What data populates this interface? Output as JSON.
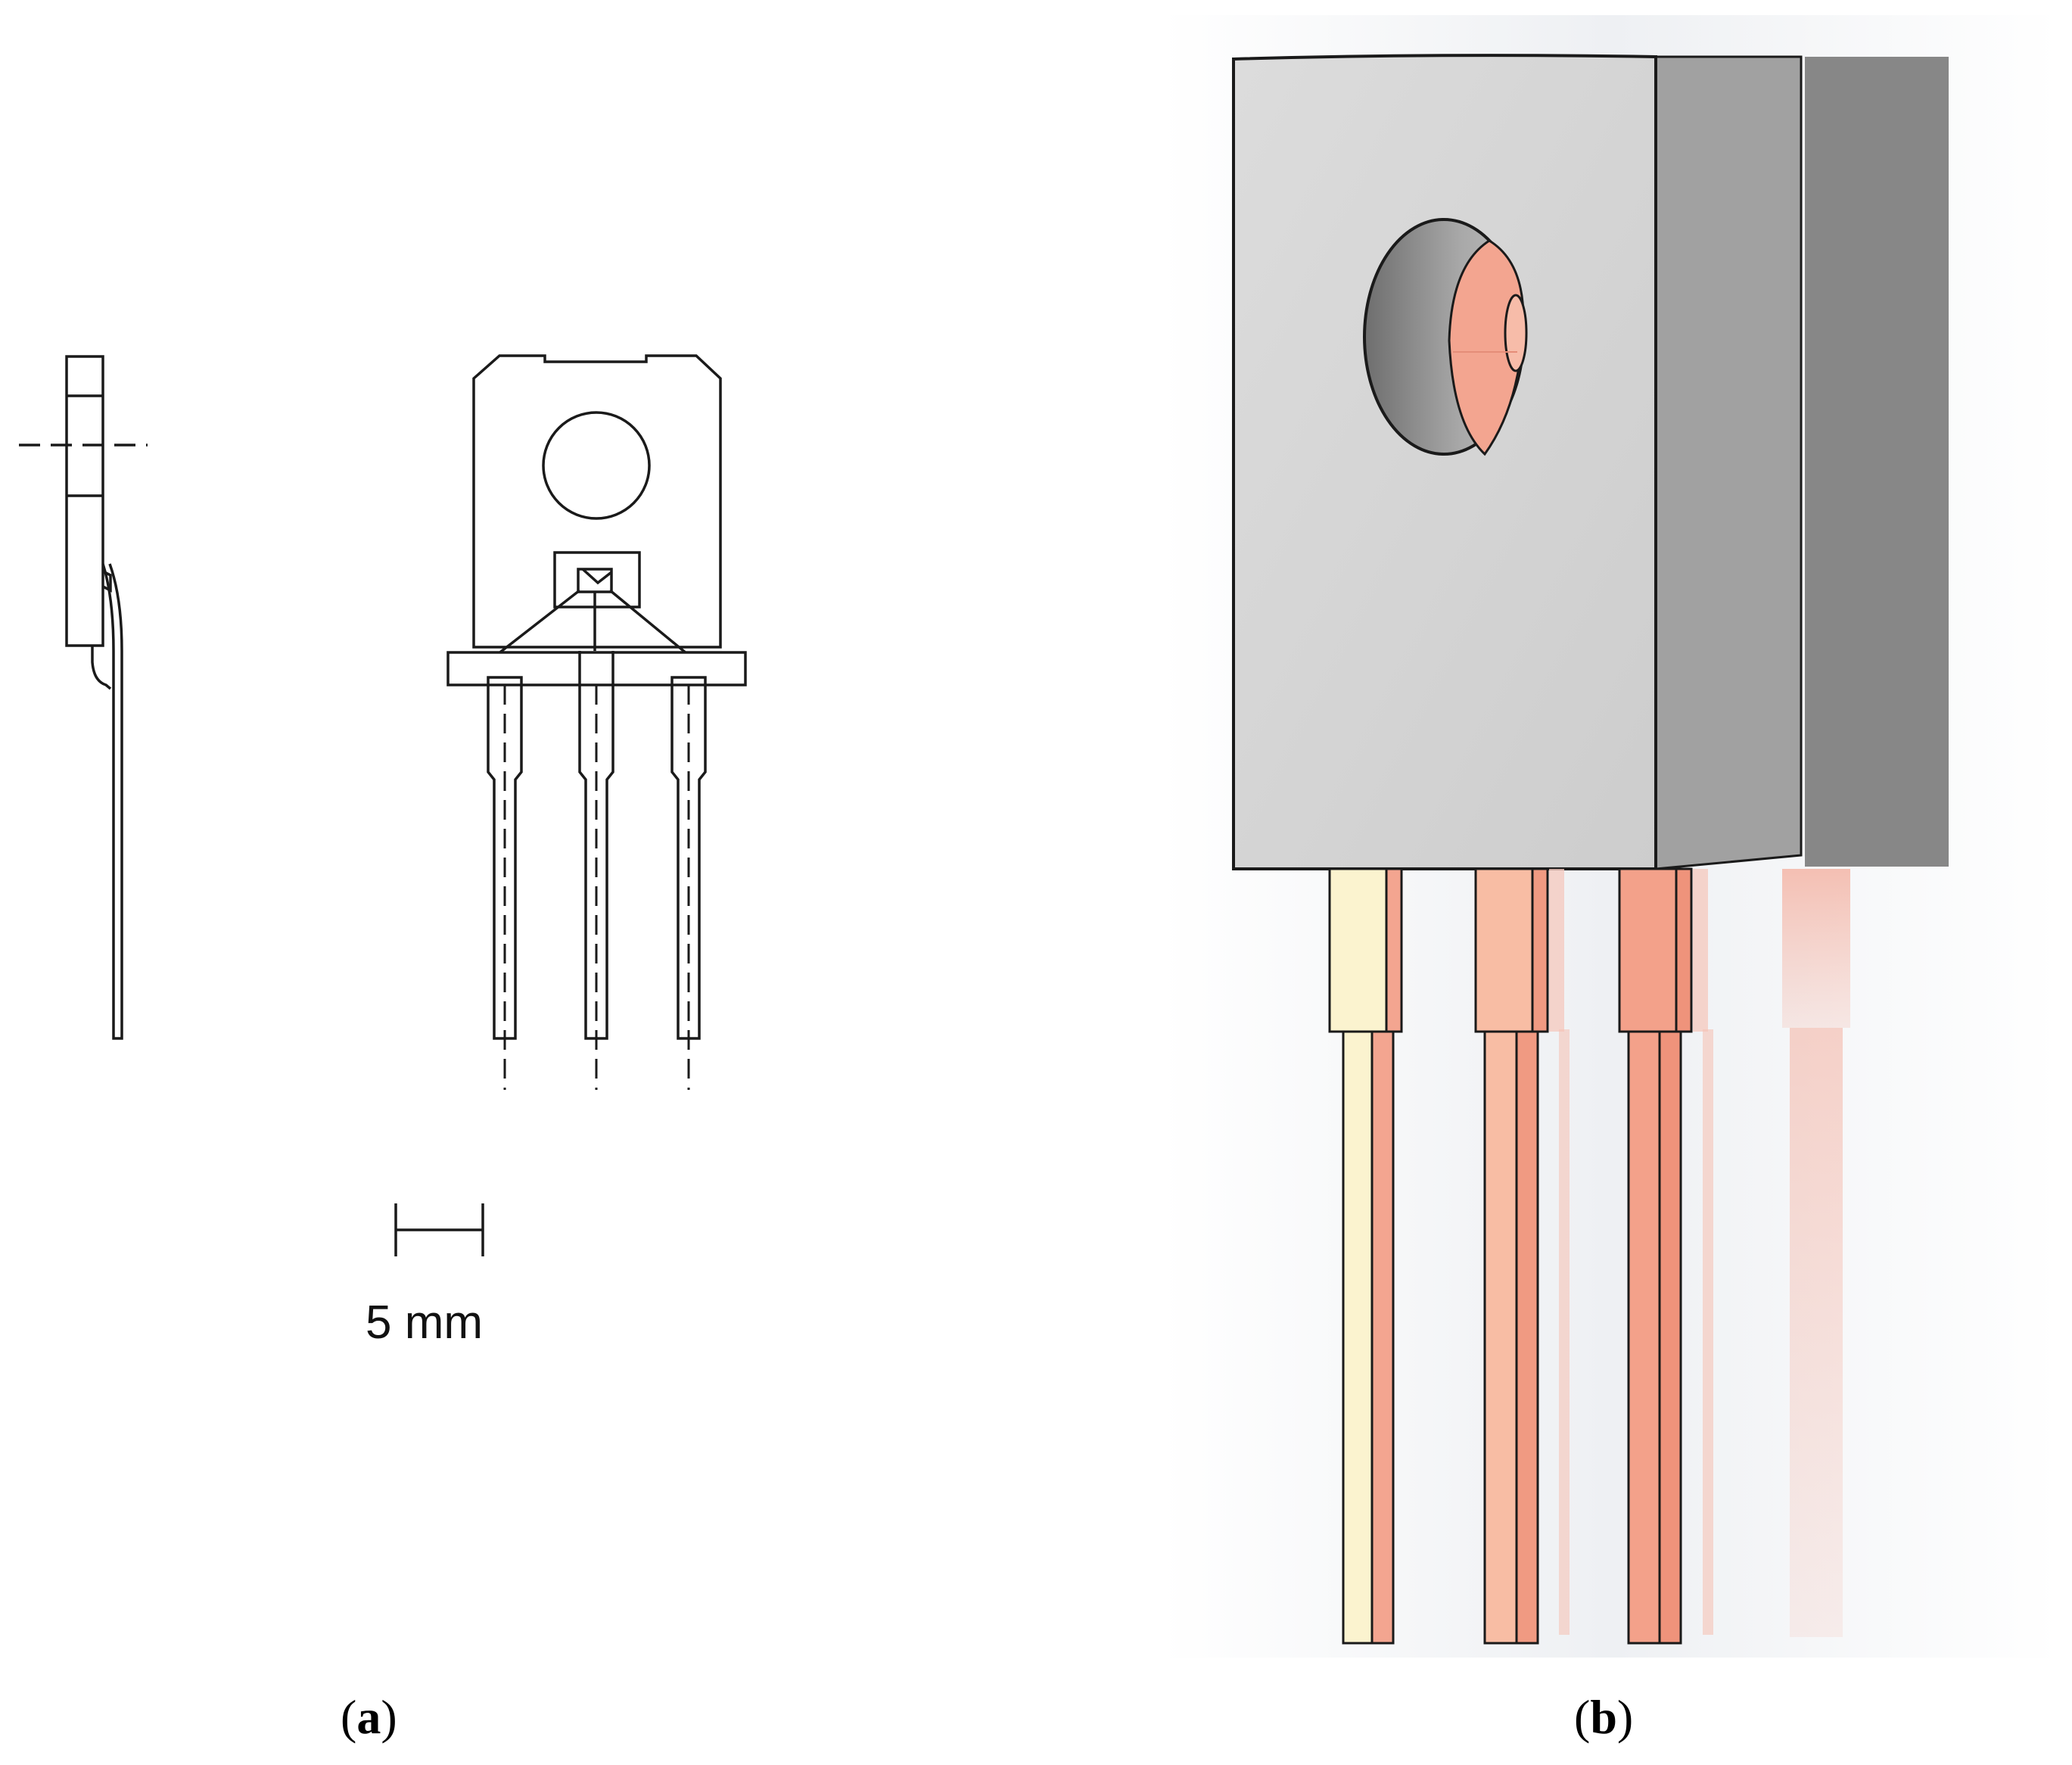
{
  "panels": [
    {
      "letter": "a",
      "open": "(",
      "close": ")"
    },
    {
      "letter": "b",
      "open": "(",
      "close": ")"
    }
  ],
  "scale_bar": {
    "label": "5 mm"
  },
  "colors": {
    "line": "#1a1a1a",
    "body_front": "#d6d6d6",
    "body_side": "#a0a0a0",
    "body_shadow": "#8a8a8a",
    "hole_inner": "#8c8c8c",
    "copper": "#f2a088",
    "lead_left": "#fbf3cf"
  }
}
